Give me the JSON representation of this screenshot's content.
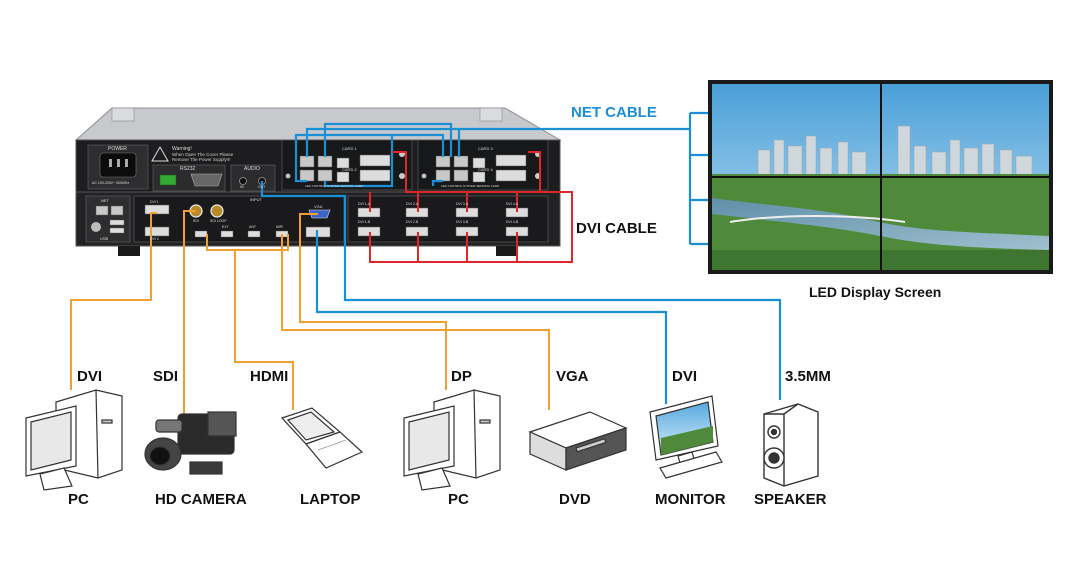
{
  "cables": {
    "net_label": "NET CABLE",
    "dvi_label": "DVI CABLE",
    "colors": {
      "net": "#1a8fd6",
      "dvi": "#e0262b",
      "source": "#f0a030",
      "output": "#1a8fd6"
    }
  },
  "screen": {
    "caption": "LED Display Screen"
  },
  "processor": {
    "power_label": "POWER",
    "power_spec": "AC 100-240V~ 50/60Hz",
    "warning_title": "Warning!",
    "warning_line1": "When Open The Cover Please",
    "warning_line2": "Remove The Power Supply!!!",
    "rs232_label": "RS232",
    "audio_label": "AUDIO",
    "audio_in": "IN",
    "audio_out": "OUT",
    "net_label": "NET",
    "usb_label": "USB",
    "input_label": "INPUT",
    "card_labels": [
      "CARD 1",
      "CARD 2",
      "CARD 3",
      "CARD 4"
    ],
    "sending_card": "LED CONTROL SYSTEM SENDING CARD",
    "dvi_in_labels": [
      "DVI 1",
      "DVI 2"
    ],
    "sdi_labels": [
      "SDI",
      "SDI LOOP"
    ],
    "hdmi_labels": [
      "EXT",
      "ANT",
      "MIPI"
    ],
    "vga_label": "VGA",
    "dvi_out_labels": [
      "DVI 1-A",
      "DVI 2-A",
      "DVI 3-A",
      "DVI 4-A",
      "DVI 1-B",
      "DVI 2-B",
      "DVI 3-B",
      "DVI 4-B"
    ]
  },
  "devices": [
    {
      "signal": "DVI",
      "name": "PC"
    },
    {
      "signal": "SDI",
      "name": "HD CAMERA"
    },
    {
      "signal": "HDMI",
      "name": "LAPTOP"
    },
    {
      "signal": "DP",
      "name": "PC"
    },
    {
      "signal": "VGA",
      "name": "DVD"
    },
    {
      "signal": "DVI",
      "name": "MONITOR"
    },
    {
      "signal": "3.5MM",
      "name": "SPEAKER"
    }
  ]
}
